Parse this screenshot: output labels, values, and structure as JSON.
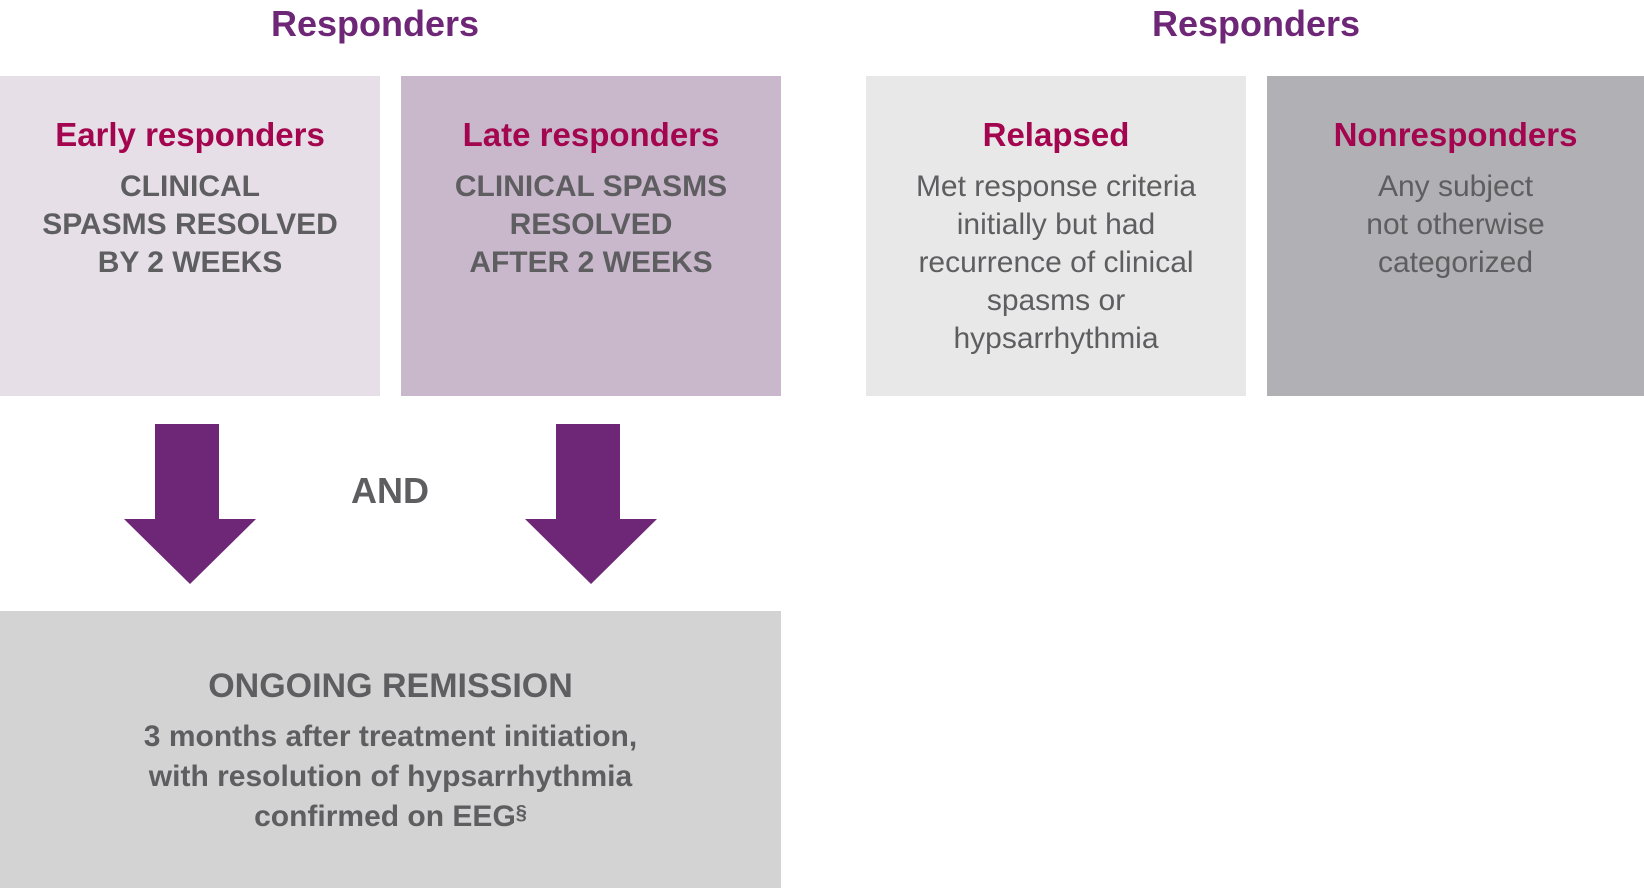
{
  "left_heading": "Responders",
  "right_heading": "Responders",
  "early": {
    "title": "Early responders",
    "lines": [
      "CLINICAL",
      "SPASMS RESOLVED",
      "BY 2 WEEKS"
    ]
  },
  "late": {
    "title": "Late responders",
    "lines": [
      "CLINICAL SPASMS",
      "RESOLVED",
      "AFTER 2 WEEKS"
    ]
  },
  "relapsed": {
    "title": "Relapsed",
    "lines": [
      "Met response criteria",
      "initially but had",
      "recurrence of clinical",
      "spasms or",
      "hypsarrhythmia"
    ]
  },
  "nonresponders": {
    "title": "Nonresponders",
    "lines": [
      "Any subject",
      "not otherwise",
      "categorized"
    ]
  },
  "and_label": "AND",
  "remission": {
    "title": "ONGOING REMISSION",
    "lines": [
      "3 months after treatment initiation,",
      "with resolution of hypsarrhythmia",
      "confirmed on EEG"
    ],
    "footnote_mark": "§"
  },
  "colors": {
    "heading": "#6e2677",
    "title": "#a3064e",
    "arrow": "#6e2677",
    "text": "#5e5e61"
  }
}
